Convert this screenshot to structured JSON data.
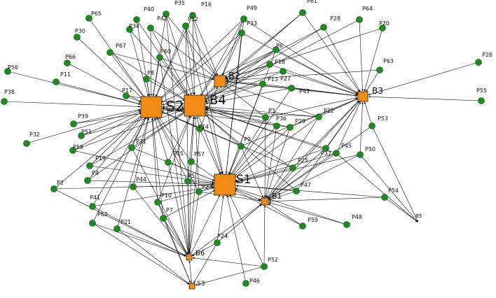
{
  "colors": {
    "peripheral": "#1f8a1f",
    "hub": "#f28b14",
    "edge": "#111111"
  },
  "graph": {
    "hubs": [
      {
        "id": "S2",
        "label": "S2",
        "size": "xl"
      },
      {
        "id": "B4",
        "label": "B4",
        "size": "xl"
      },
      {
        "id": "B2",
        "label": "B2",
        "size": "l"
      },
      {
        "id": "B3",
        "label": "B3",
        "size": "m"
      },
      {
        "id": "S1",
        "label": "S1",
        "size": "xl"
      },
      {
        "id": "B1",
        "label": "B1",
        "size": "s"
      },
      {
        "id": "B6",
        "label": "B6",
        "size": "xs"
      },
      {
        "id": "S3",
        "label": "S3",
        "size": "xs"
      },
      {
        "id": "B5",
        "label": "B5",
        "size": "none"
      }
    ],
    "nodes": [
      "P65",
      "P40",
      "P35",
      "P16",
      "P49",
      "P61",
      "P64",
      "P30",
      "P34",
      "P42",
      "P12",
      "P33",
      "P28",
      "P20",
      "P67",
      "P6",
      "P56",
      "P66",
      "P60",
      "P63",
      "P11",
      "P8",
      "P18",
      "P27",
      "P26",
      "P38",
      "P17",
      "P13",
      "P43",
      "P55",
      "P39",
      "P14",
      "P3",
      "P22",
      "P53",
      "P51",
      "P29",
      "P45",
      "P50",
      "P32",
      "P31",
      "P9",
      "P25",
      "P58",
      "P19",
      "P15",
      "P57",
      "P4",
      "P5",
      "P2",
      "P44",
      "P23",
      "P47",
      "P54",
      "P10",
      "P41",
      "P7",
      "P62",
      "P21",
      "P59",
      "P48",
      "P24",
      "P52",
      "P46",
      "P37",
      "P36"
    ]
  }
}
